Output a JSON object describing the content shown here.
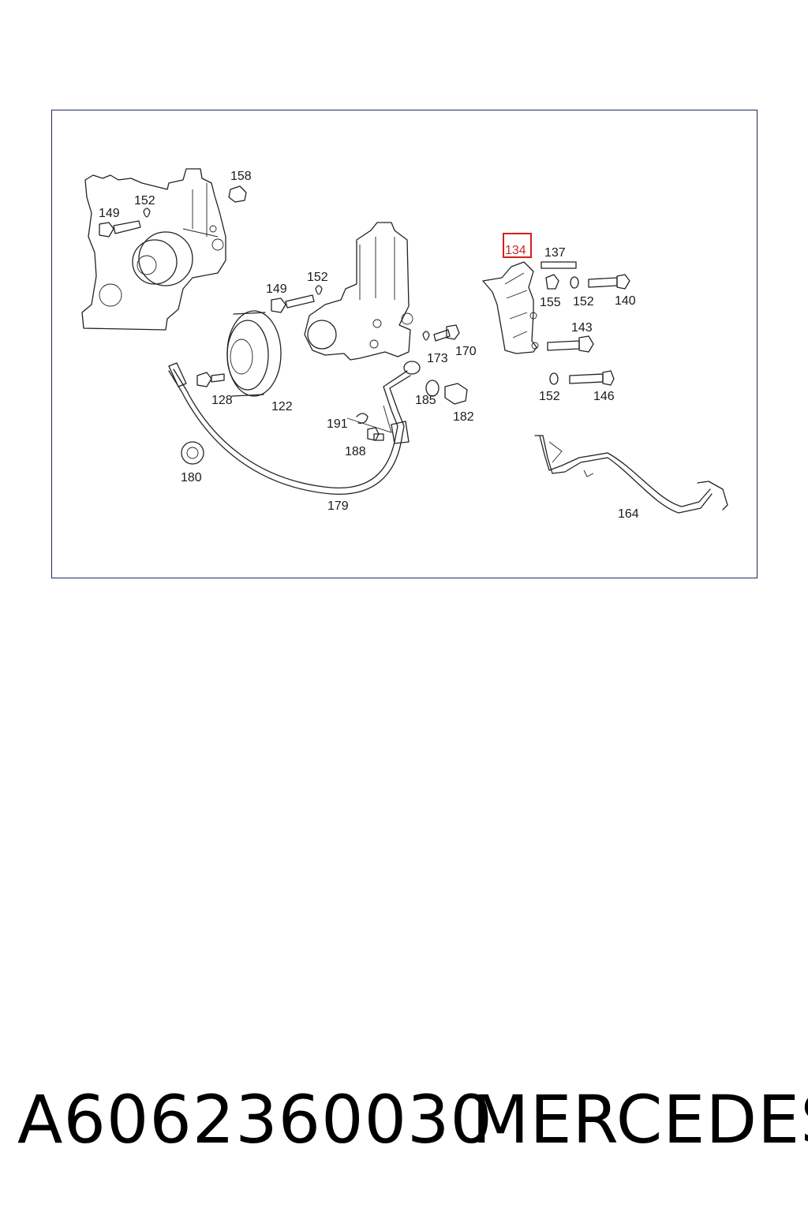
{
  "callouts": {
    "c158": "158",
    "c152a": "152",
    "c149a": "149",
    "c149b": "149",
    "c152b": "152",
    "c134": "134",
    "c137": "137",
    "c155": "155",
    "c152c": "152",
    "c140": "140",
    "c143": "143",
    "c173": "173",
    "c170": "170",
    "c128": "128",
    "c122": "122",
    "c185": "185",
    "c182": "182",
    "c152d": "152",
    "c146": "146",
    "c191": "191",
    "c188": "188",
    "c180": "180",
    "c179": "179",
    "c164": "164"
  },
  "highlight": {
    "callout": "134",
    "color": "#d42020"
  },
  "footer": {
    "part_number": "A6062360030",
    "brand": "MERCEDES"
  }
}
